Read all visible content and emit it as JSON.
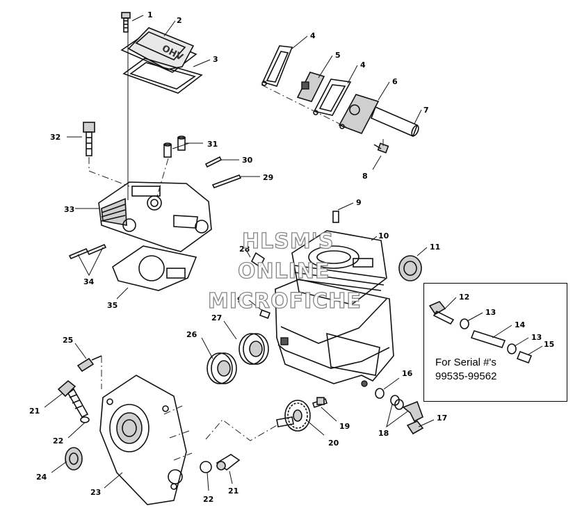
{
  "watermark": {
    "line1": "HLSM'S",
    "line2": "ONLINE",
    "line3": "MICROFICHE"
  },
  "serial_note": {
    "line1": "For Serial #'s",
    "line2": "99535-99562"
  },
  "callouts": {
    "c1": "1",
    "c2": "2",
    "c3": "3",
    "c4a": "4",
    "c4b": "4",
    "c5": "5",
    "c6": "6",
    "c7": "7",
    "c8": "8",
    "c9a": "9",
    "c9b": "9",
    "c10": "10",
    "c11": "11",
    "c12": "12",
    "c13a": "13",
    "c13b": "13",
    "c14": "14",
    "c15": "15",
    "c16": "16",
    "c17": "17",
    "c18": "18",
    "c19": "19",
    "c20": "20",
    "c21a": "21",
    "c21b": "21",
    "c22a": "22",
    "c22b": "22",
    "c23": "23",
    "c24": "24",
    "c25": "25",
    "c26": "26",
    "c27": "27",
    "c28": "28",
    "c29": "29",
    "c30": "30",
    "c31": "31",
    "c32": "32",
    "c33": "33",
    "c34": "34",
    "c35": "35"
  },
  "cover_embossing": "OHV"
}
